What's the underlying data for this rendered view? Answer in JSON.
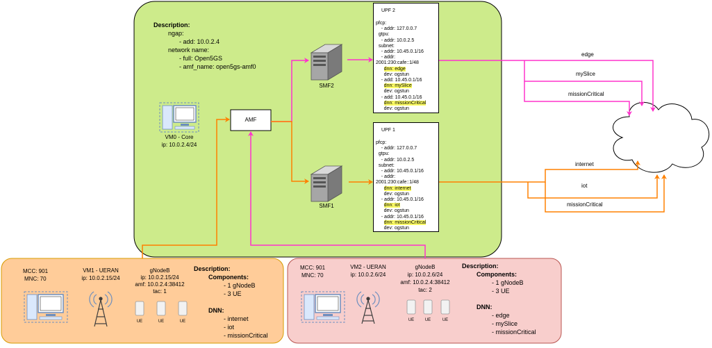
{
  "core": {
    "description_title": "Description:",
    "description_lines": [
      "ngap:",
      "- add: 10.0.2.4",
      "network name:",
      "- full: Open5GS",
      "- amf_name: open5gs-amf0"
    ],
    "vm0_name": "VM0 - Core",
    "vm0_ip": "ip: 10.0.2.4/24",
    "amf_label": "AMF",
    "smf2_label": "SMF2",
    "smf1_label": "SMF1"
  },
  "upf2": {
    "title": "UPF 2",
    "lines": [
      {
        "text": "pfcp:",
        "hl": false
      },
      {
        "text": "    - addr: 127.0.0.7",
        "hl": false
      },
      {
        "text": "  gtpu:",
        "hl": false
      },
      {
        "text": "    - addr: 10.0.2.5",
        "hl": false
      },
      {
        "text": "  subnet:",
        "hl": false
      },
      {
        "text": "    - addr: 10.45.0.1/16",
        "hl": false
      },
      {
        "text": "    - addr:",
        "hl": false
      },
      {
        "text": "2001:230:cafe::1/48",
        "hl": false
      },
      {
        "text": "      dnn: edge",
        "hl": true
      },
      {
        "text": "      dev: ogstun",
        "hl": false
      },
      {
        "text": "    - add: 10.45.0.1/16",
        "hl": false
      },
      {
        "text": "      dnn: mySlice",
        "hl": true
      },
      {
        "text": "      dev: ogstun",
        "hl": false
      },
      {
        "text": "    - add: 10.45.0.1/16",
        "hl": false
      },
      {
        "text": "      dnn: missionCritical",
        "hl": true
      },
      {
        "text": "      dev: ogstun",
        "hl": false
      }
    ]
  },
  "upf1": {
    "title": "UPF 1",
    "lines": [
      {
        "text": "pfcp:",
        "hl": false
      },
      {
        "text": "    - addr: 127.0.0.7",
        "hl": false
      },
      {
        "text": "  gtpu:",
        "hl": false
      },
      {
        "text": "    - addr: 10.0.2.5",
        "hl": false
      },
      {
        "text": "  subnet:",
        "hl": false
      },
      {
        "text": "    - addr: 10.45.0.1/16",
        "hl": false
      },
      {
        "text": "    - addr:",
        "hl": false
      },
      {
        "text": "2001:230:cafe::1/48",
        "hl": false
      },
      {
        "text": "      dnn: internet",
        "hl": true
      },
      {
        "text": "      dev: ogstun",
        "hl": false
      },
      {
        "text": "    - addr: 10.45.0.1/16",
        "hl": false
      },
      {
        "text": "      dnn: iot",
        "hl": true
      },
      {
        "text": "      dev: ogstun",
        "hl": false
      },
      {
        "text": "    - addr: 10.45.0.1/16",
        "hl": false
      },
      {
        "text": "      dnn: missionCritical",
        "hl": true
      },
      {
        "text": "      dev: ogstun",
        "hl": false
      }
    ]
  },
  "flows": {
    "edge": "edge",
    "myslice": "mySlice",
    "mission_top": "missionCritical",
    "internet": "internet",
    "iot": "iot",
    "mission_bottom": "missionCritical"
  },
  "ueran1": {
    "mcc": "MCC: 901",
    "mnc": "MNC: 70",
    "vm_name": "VM1 - UERAN",
    "vm_ip": "ip: 10.0.2.15/24",
    "gnb_title": "gNodeB",
    "gnb_ip": "ip: 10.0.2.15/24",
    "gnb_amf": "amf: 10.0.2.4:38412",
    "gnb_tac": "tac: 1",
    "ue_labels": [
      "UE",
      "UE",
      "UE"
    ],
    "description_title": "Description:",
    "components_title": "Components:",
    "components": [
      "- 1 gNodeB",
      "- 3 UE"
    ],
    "dnn_title": "DNN:",
    "dnns": [
      "- internet",
      "- iot",
      "- missionCritical"
    ]
  },
  "ueran2": {
    "mcc": "MCC: 901",
    "mnc": "MNC: 70",
    "vm_name": "VM2 - UERAN",
    "vm_ip": "ip: 10.0.2.6/24",
    "gnb_title": "gNodeB",
    "gnb_ip": "ip: 10.0.2.6/24",
    "gnb_amf": "amf: 10.0.2.4:38412",
    "gnb_tac": "tac: 2",
    "ue_labels": [
      "UE",
      "UE",
      "UE"
    ],
    "description_title": "Description:",
    "components_title": "Components:",
    "components": [
      "- 1 gNodeB",
      "- 3 UE"
    ],
    "dnn_title": "DNN:",
    "dnns": [
      "- edge",
      "- mySlice",
      "- missionCritical"
    ]
  },
  "colors": {
    "core_bg": "#cdeb8b",
    "ueran1_bg": "#ffcc99",
    "ueran2_bg": "#f8cecc",
    "orange_link": "#ff8000",
    "pink_link": "#ff33cc"
  }
}
